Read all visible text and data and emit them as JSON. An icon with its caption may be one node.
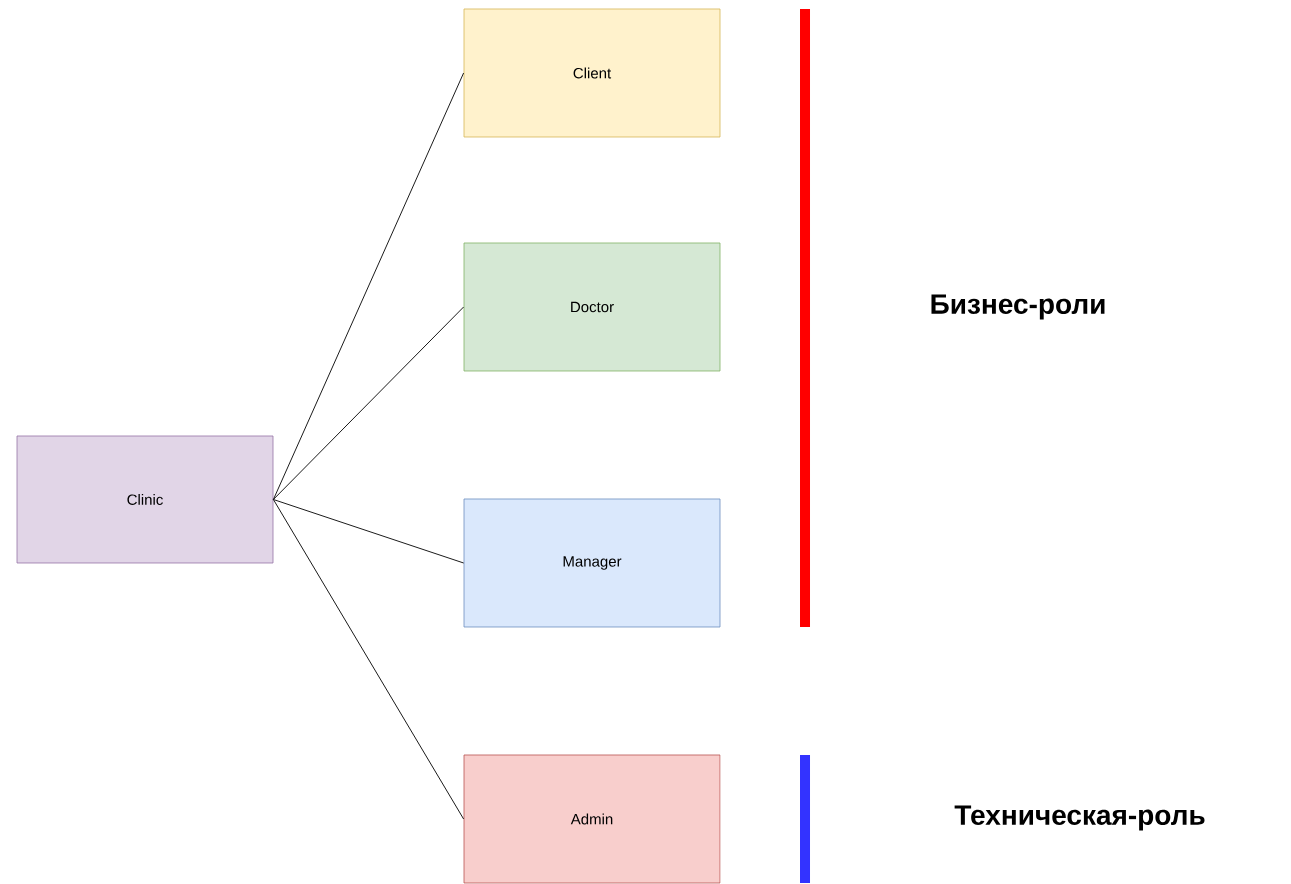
{
  "diagram": {
    "nodes": [
      {
        "text": [
          "Clinic"
        ]
      },
      {
        "text": [
          "Client"
        ]
      },
      {
        "text": [
          "Doctor"
        ]
      },
      {
        "text": [
          "Manager"
        ]
      },
      {
        "text": [
          "Admin"
        ]
      }
    ],
    "edges": [
      {
        "from": 0,
        "to": 1,
        "arrow": "none"
      },
      {
        "from": 0,
        "to": 2,
        "arrow": "none"
      },
      {
        "from": 0,
        "to": 3,
        "arrow": "none"
      },
      {
        "from": 0,
        "to": 4,
        "arrow": "none"
      }
    ],
    "labels": [
      "Бизнес-роли",
      "Техническая-роль"
    ]
  }
}
